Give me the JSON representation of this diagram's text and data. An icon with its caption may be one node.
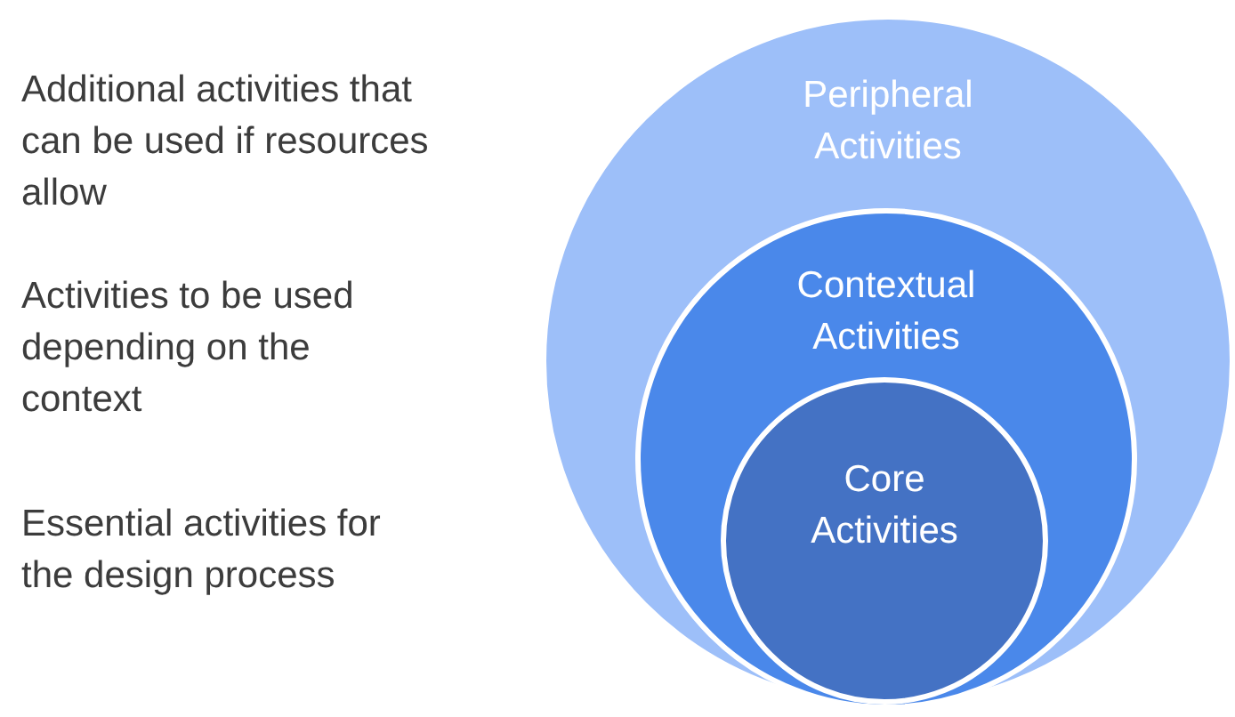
{
  "diagram": {
    "nodes": [
      {
        "text": [
          "Peripheral Activities"
        ]
      },
      {
        "text": [
          "Contextual Activities"
        ],
        "in": 0
      },
      {
        "text": [
          "Core Activities"
        ],
        "in": 1
      }
    ],
    "labels": [
      "Additional activities that can be used if resources allow",
      "Activities to be used depending on the context",
      "Essential activities for the design process"
    ]
  }
}
